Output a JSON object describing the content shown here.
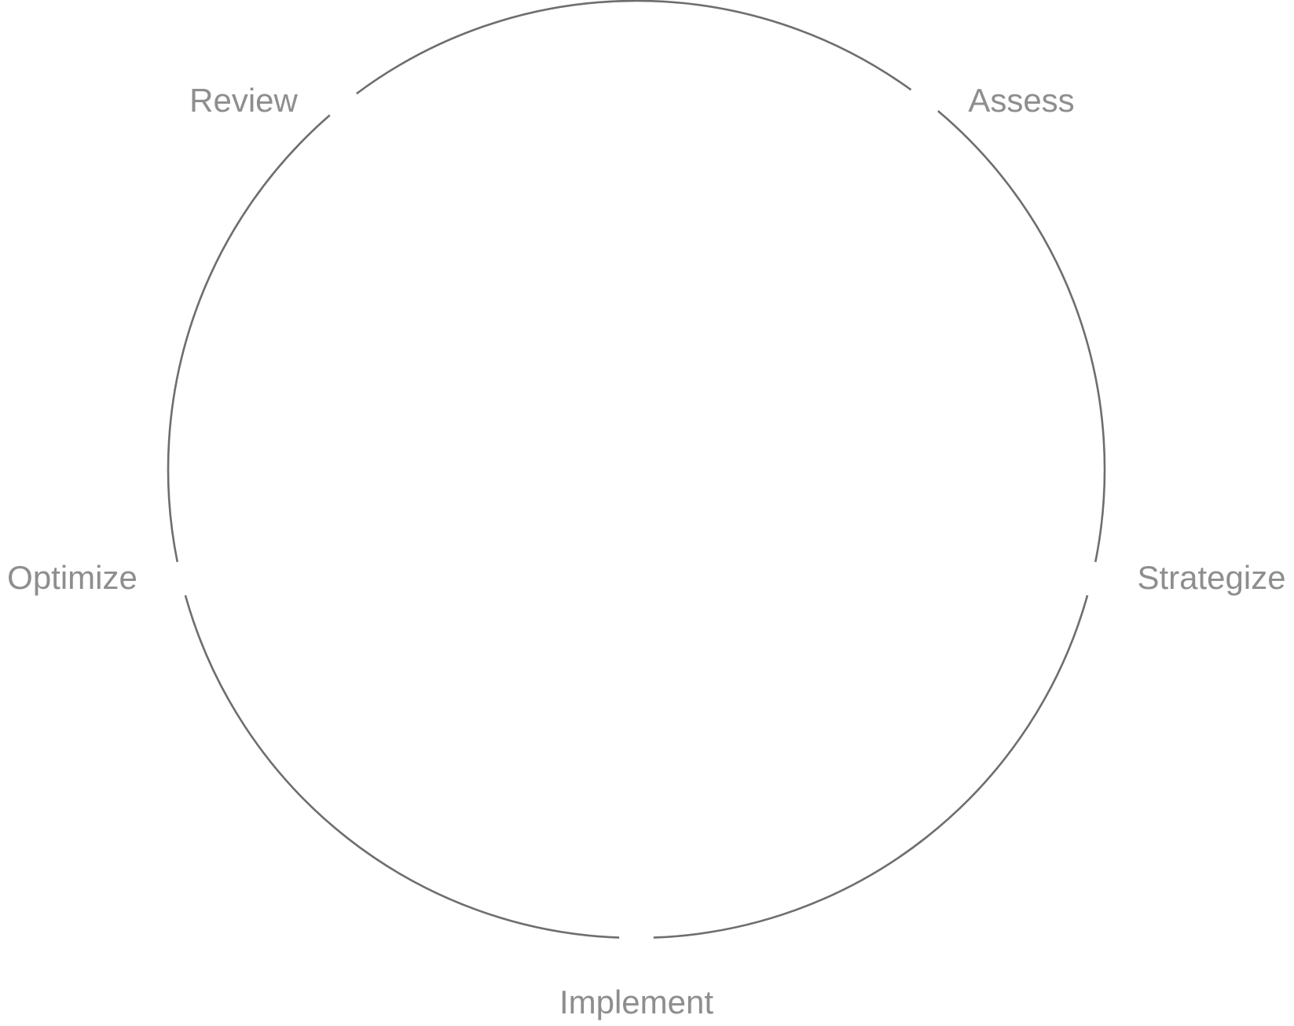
{
  "stages": [
    {
      "id": "assess",
      "label": "Assess"
    },
    {
      "id": "strategize",
      "label": "Strategize"
    },
    {
      "id": "implement",
      "label": "Implement"
    },
    {
      "id": "optimize",
      "label": "Optimize"
    },
    {
      "id": "review",
      "label": "Review"
    }
  ],
  "colors": {
    "ring": "#6e6e6e",
    "label": "#8e8e8e"
  }
}
